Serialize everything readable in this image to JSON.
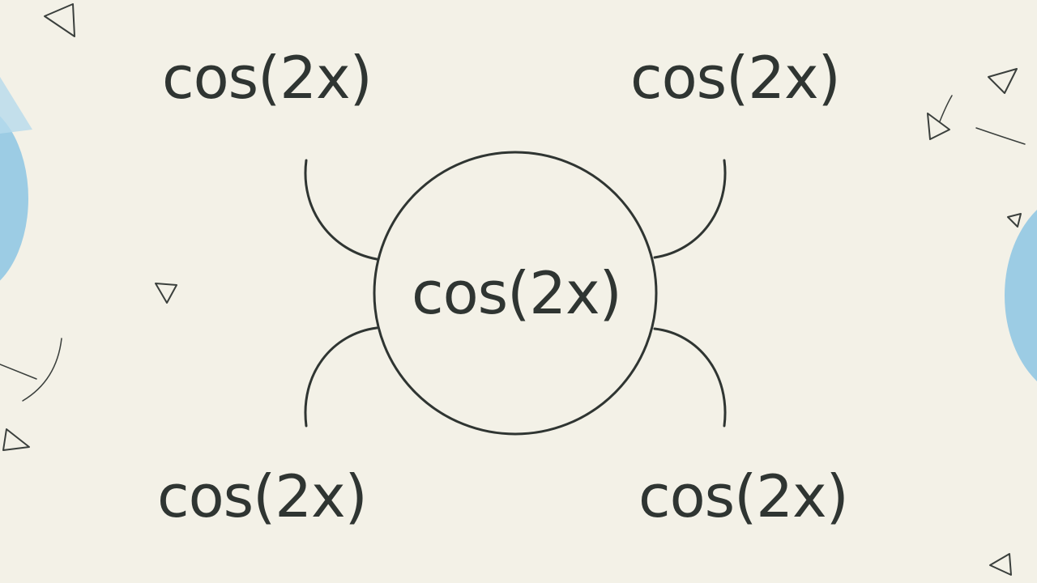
{
  "diagram": {
    "center_label": "cos(2x)",
    "node_labels": {
      "top_left": "cos(2x)",
      "top_right": "cos(2x)",
      "bottom_left": "cos(2x)",
      "bottom_right": "cos(2x)"
    }
  },
  "colors": {
    "background": "#f3f1e7",
    "ink": "#2f3532",
    "accent_blue": "#9ccce4"
  },
  "decorations": {
    "icons": [
      "triangle-outline-icon",
      "blue-blob-shape",
      "sketch-line"
    ]
  }
}
